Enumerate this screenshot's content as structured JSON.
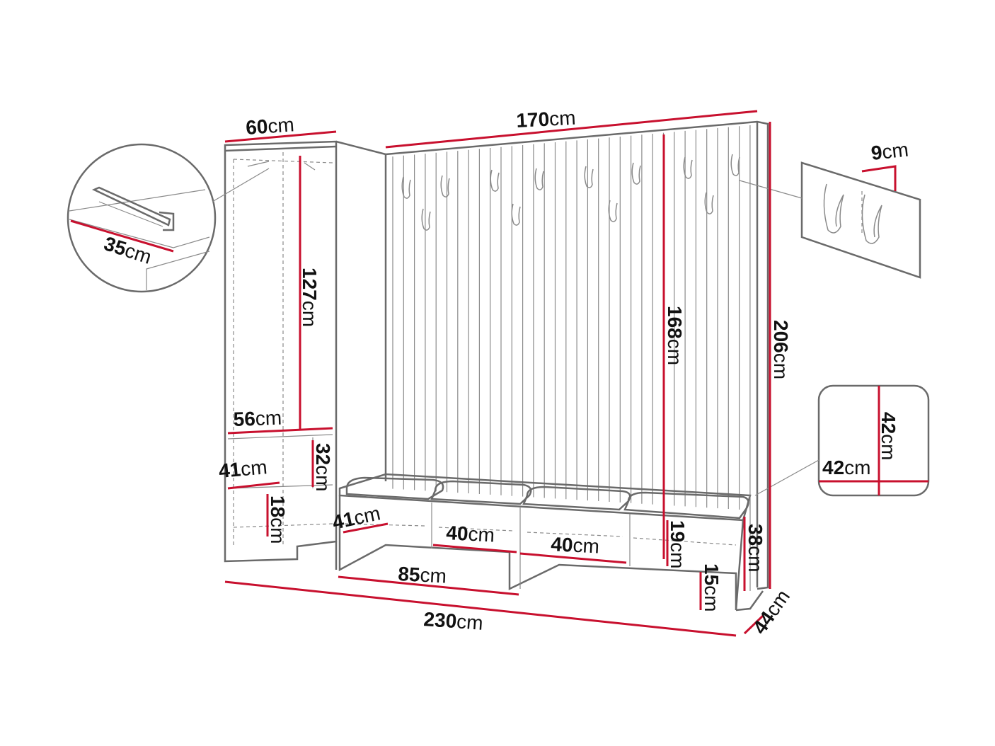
{
  "colors": {
    "dimension_line": "#c8102e",
    "outline": "#6a6a6a",
    "text": "#111111"
  },
  "dimensions": {
    "d_60": {
      "value": "60",
      "unit": "cm"
    },
    "d_170": {
      "value": "170",
      "unit": "cm"
    },
    "d_9": {
      "value": "9",
      "unit": "cm"
    },
    "d_35": {
      "value": "35",
      "unit": "cm"
    },
    "d_127": {
      "value": "127",
      "unit": "cm"
    },
    "d_168": {
      "value": "168",
      "unit": "cm"
    },
    "d_206": {
      "value": "206",
      "unit": "cm"
    },
    "d_56": {
      "value": "56",
      "unit": "cm"
    },
    "d_42h": {
      "value": "42",
      "unit": "cm"
    },
    "d_42w": {
      "value": "42",
      "unit": "cm"
    },
    "d_41a": {
      "value": "41",
      "unit": "cm"
    },
    "d_32": {
      "value": "32",
      "unit": "cm"
    },
    "d_18": {
      "value": "18",
      "unit": "cm"
    },
    "d_41b": {
      "value": "41",
      "unit": "cm"
    },
    "d_40a": {
      "value": "40",
      "unit": "cm"
    },
    "d_40b": {
      "value": "40",
      "unit": "cm"
    },
    "d_19": {
      "value": "19",
      "unit": "cm"
    },
    "d_38": {
      "value": "38",
      "unit": "cm"
    },
    "d_85": {
      "value": "85",
      "unit": "cm"
    },
    "d_15": {
      "value": "15",
      "unit": "cm"
    },
    "d_230": {
      "value": "230",
      "unit": "cm"
    },
    "d_44": {
      "value": "44",
      "unit": "cm"
    }
  }
}
